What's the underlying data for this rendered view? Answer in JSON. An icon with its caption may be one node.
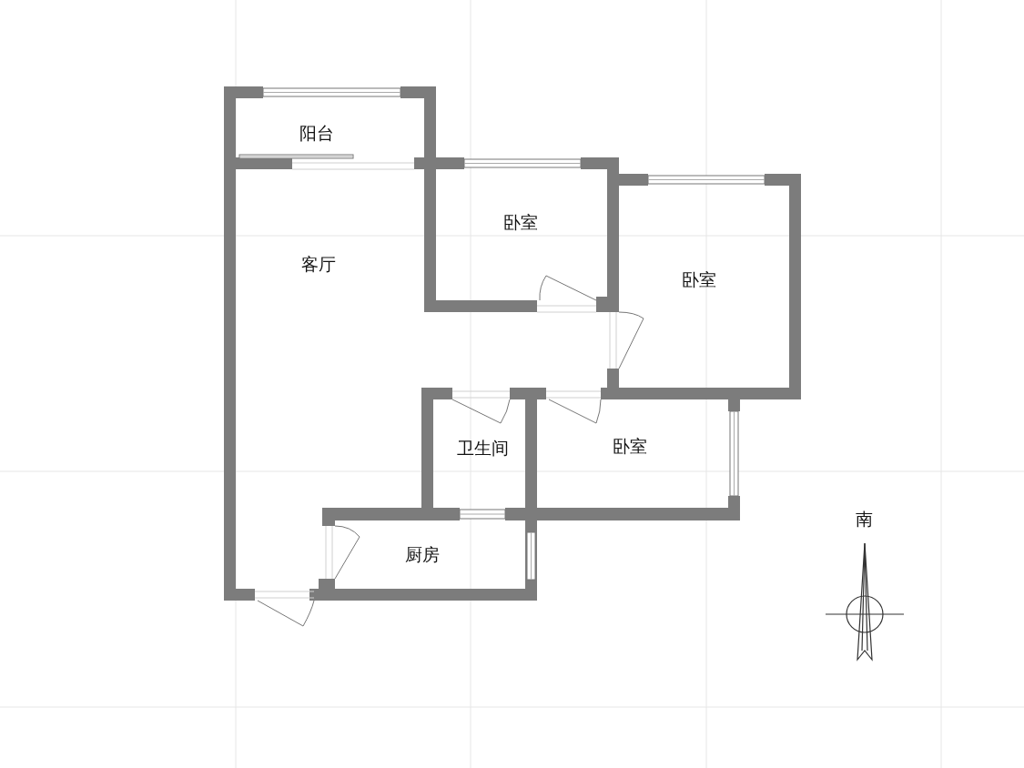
{
  "diagram": {
    "nodes": [
      {
        "text": [
          "阳台"
        ]
      },
      {
        "text": [
          "卧室"
        ]
      },
      {
        "text": [
          "客厅"
        ]
      },
      {
        "text": [
          "卧室"
        ]
      },
      {
        "text": [
          "卫生间"
        ]
      },
      {
        "text": [
          "卧室"
        ]
      },
      {
        "text": [
          "厨房"
        ]
      }
    ],
    "labels": [
      "南"
    ]
  }
}
